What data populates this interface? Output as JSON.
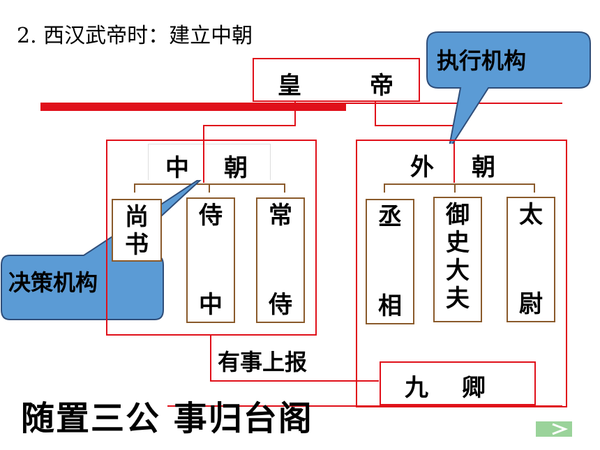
{
  "title": "2. 西汉武帝时：建立中朝",
  "emperor": [
    "皇",
    "帝"
  ],
  "inner_court": {
    "label": [
      "中",
      "朝"
    ],
    "officials": [
      {
        "chars": [
          "尚",
          "书"
        ]
      },
      {
        "chars": [
          "侍",
          "中"
        ]
      },
      {
        "chars": [
          "常",
          "侍"
        ]
      }
    ]
  },
  "outer_court": {
    "label": [
      "外",
      "朝"
    ],
    "officials": [
      {
        "chars": [
          "丞",
          "相"
        ]
      },
      {
        "chars": [
          "御",
          "史",
          "大",
          "夫"
        ]
      },
      {
        "chars": [
          "太",
          "尉"
        ]
      }
    ],
    "nine_ministers": [
      "九",
      "卿"
    ]
  },
  "report_label": "有事上报",
  "callout_exec": "执行机构",
  "callout_decision": "决策机构",
  "slogan": "随置三公  事归台阁",
  "colors": {
    "line": "#e0101a",
    "bracket": "#8a5a2b",
    "callout_fill": "#5b9bd5",
    "callout_stroke": "#2f4e7a"
  }
}
